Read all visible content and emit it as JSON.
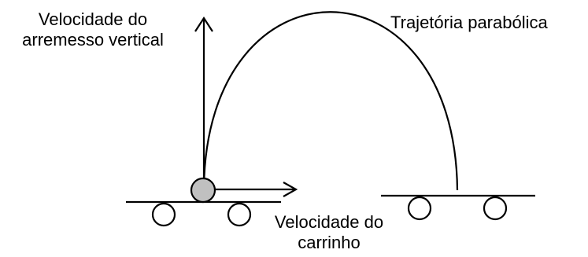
{
  "labels": {
    "vertical_launch_velocity_line1": "Velocidade do",
    "vertical_launch_velocity_line2": "arremesso vertical",
    "parabolic_trajectory": "Trajetória parabólica",
    "cart_velocity_line1": "Velocidade do",
    "cart_velocity_line2": "carrinho"
  },
  "colors": {
    "stroke": "#000000",
    "ball_fill": "#c0c0c0",
    "background": "#ffffff"
  }
}
